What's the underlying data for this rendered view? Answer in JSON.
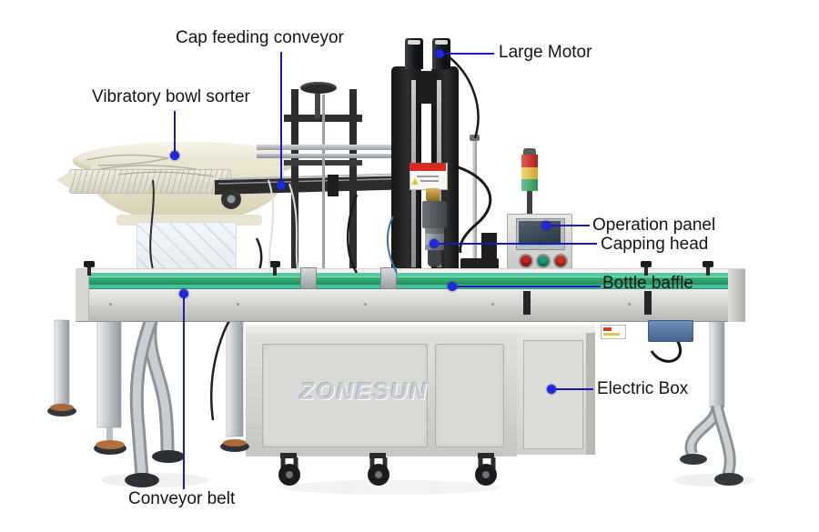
{
  "figure": {
    "background": "#ffffff",
    "brand_logo": "ZONESUN",
    "subject": "Automatic bottle capping machine with vibratory cap sorter, annotated part diagram"
  },
  "annotation_style": {
    "line_color": "#1b1bb3",
    "dot_color": "#2127dd",
    "text_color": "#141414"
  },
  "machine_colors": {
    "bowl_cream": "#ece6d2",
    "belt_green": "#2fa36b",
    "guide_rail_teal": "#4cc4a4",
    "frame_black": "#232323",
    "cabinet_gray": "#d9d9d6",
    "tower_light_red": "#d03028",
    "tower_light_yellow": "#e8c24a",
    "tower_light_green": "#3fa874",
    "button_red": "#c8231d",
    "button_green": "#1fa07c",
    "emergency_red": "#d2301f",
    "logo_gray": "#c7ced6"
  },
  "labels": [
    {
      "id": "cap-feeding-conveyor",
      "text": "Cap feeding conveyor"
    },
    {
      "id": "vibratory-bowl-sorter",
      "text": "Vibratory bowl sorter"
    },
    {
      "id": "large-motor",
      "text": "Large Motor"
    },
    {
      "id": "operation-panel",
      "text": "Operation panel"
    },
    {
      "id": "capping-head",
      "text": "Capping head"
    },
    {
      "id": "bottle-baffle",
      "text": "Bottle baffle"
    },
    {
      "id": "electric-box",
      "text": "Electric Box"
    },
    {
      "id": "conveyor-belt",
      "text": "Conveyor belt"
    }
  ]
}
